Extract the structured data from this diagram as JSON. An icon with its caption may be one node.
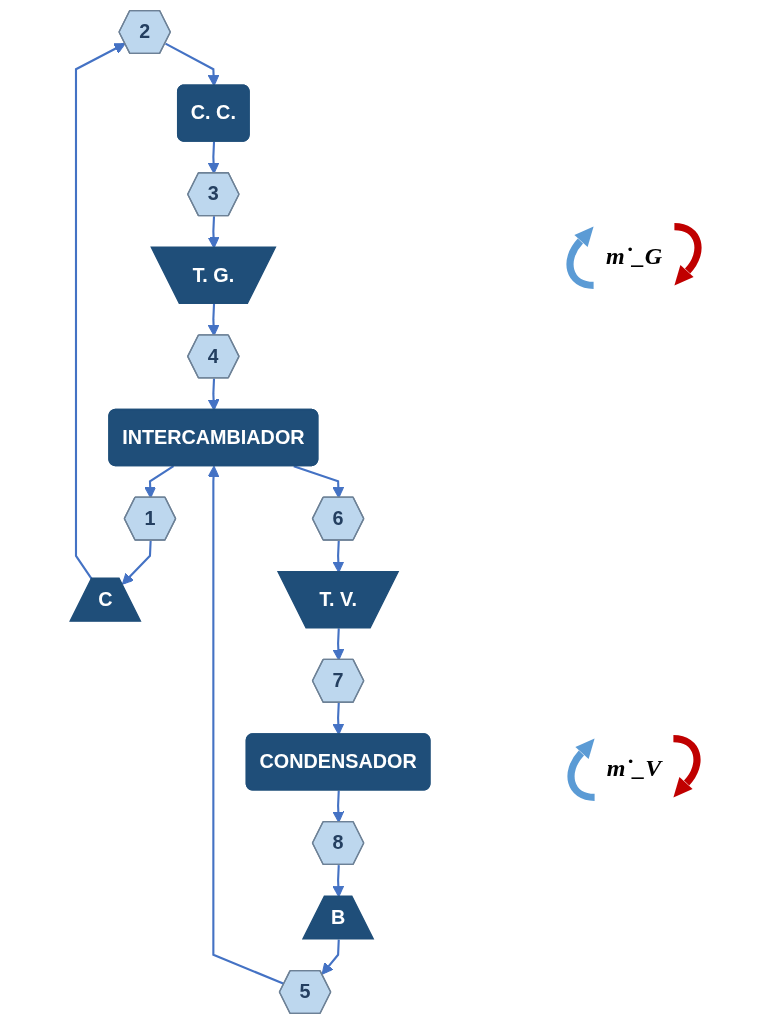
{
  "diagram": {
    "nodes": [
      {
        "text": [
          "2"
        ]
      },
      {
        "text": [
          "C. C."
        ]
      },
      {
        "text": [
          "3"
        ]
      },
      {
        "text": [
          "C"
        ]
      },
      {
        "text": [
          "T. G."
        ]
      },
      {
        "text": [
          "1"
        ]
      },
      {
        "text": [
          "INTERCAMBIADOR"
        ]
      },
      {
        "text": [
          "4"
        ]
      },
      {
        "text": [
          "5"
        ]
      },
      {
        "text": [
          "6"
        ]
      },
      {
        "text": [
          "B"
        ]
      },
      {
        "text": [
          "T. V."
        ]
      },
      {
        "text": [
          "8"
        ]
      },
      {
        "text": [
          "CONDENSADOR"
        ]
      },
      {
        "text": [
          "7"
        ]
      }
    ],
    "edges": [
      {
        "from": 3,
        "to": 0,
        "arrow": "to"
      },
      {
        "from": 0,
        "to": 1,
        "arrow": "to"
      },
      {
        "from": 1,
        "to": 2,
        "arrow": "to"
      },
      {
        "from": 2,
        "to": 4,
        "arrow": "to"
      },
      {
        "from": 4,
        "to": 7,
        "arrow": "to"
      },
      {
        "from": 7,
        "to": 6,
        "arrow": "to"
      },
      {
        "from": 6,
        "to": 5,
        "arrow": "to"
      },
      {
        "from": 5,
        "to": 3,
        "arrow": "to"
      },
      {
        "from": 10,
        "to": 8,
        "arrow": "to"
      },
      {
        "from": 8,
        "to": 6,
        "arrow": "to"
      },
      {
        "from": 6,
        "to": 9,
        "arrow": "to"
      },
      {
        "from": 9,
        "to": 11,
        "arrow": "to"
      },
      {
        "from": 11,
        "to": 14,
        "arrow": "to"
      },
      {
        "from": 14,
        "to": 13,
        "arrow": "to"
      },
      {
        "from": 13,
        "to": 12,
        "arrow": "to"
      },
      {
        "from": 12,
        "to": 10,
        "arrow": "to"
      }
    ],
    "labels": [
      "m˙_G",
      "m˙_V"
    ]
  }
}
